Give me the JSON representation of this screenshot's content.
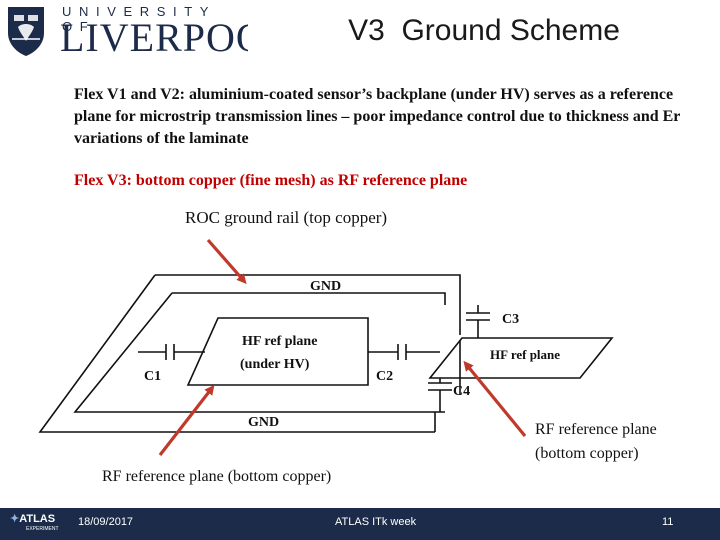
{
  "header": {
    "university_word": "UNIVERSITY OF",
    "city_word": "LIVERPOOL",
    "title": "V3  Ground Scheme"
  },
  "body": {
    "paragraph1": "Flex V1 and V2: aluminium-coated sensor’s backplane (under HV) serves as a reference plane for microstrip transmission lines – poor impedance control due to thickness and Er variations of the laminate",
    "paragraph2": "Flex V3: bottom copper (fine mesh) as RF reference plane",
    "label_roc": "ROC ground rail (top copper)",
    "label_rf_right_line1": "RF reference plane",
    "label_rf_right_line2": "(bottom copper)",
    "label_rf_bottom": "RF reference plane (bottom copper)"
  },
  "diagram": {
    "gnd_top": "GND",
    "gnd_bottom": "GND",
    "hv_plane_line1": "HF ref plane",
    "hv_plane_line2": "(under HV)",
    "hf_plane": "HF ref plane",
    "c1": "C1",
    "c2": "C2",
    "c3": "C3",
    "c4": "C4",
    "arrow_color": "#c0392b"
  },
  "footer": {
    "logo_text": "ATLAS",
    "logo_subtext": "EXPERIMENT",
    "date": "18/09/2017",
    "event": "ATLAS ITk week",
    "page": "11"
  },
  "colors": {
    "navy": "#1c2b4a",
    "red_text": "#c00000",
    "arrow": "#c0392b"
  }
}
